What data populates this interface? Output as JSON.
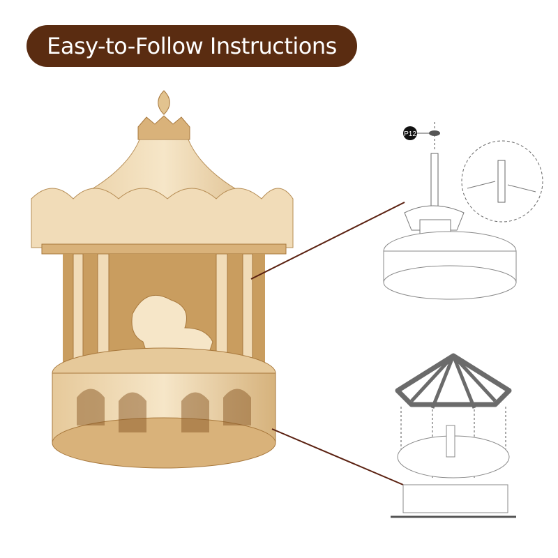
{
  "banner": {
    "title": "Easy-to-Follow Instructions",
    "bg_color": "#5a2c11",
    "text_color": "#ffffff"
  },
  "product_image": {
    "subject": "wooden carousel music box model"
  },
  "diagram_top": {
    "part_label": "P12"
  },
  "diagram_bottom": {
    "subject": "canopy frame assembly exploded view"
  },
  "colors": {
    "leader_line": "#5a2010",
    "wood_light": "#f1dcb8",
    "wood_mid": "#d9b27a",
    "wood_dark": "#a8783c"
  }
}
